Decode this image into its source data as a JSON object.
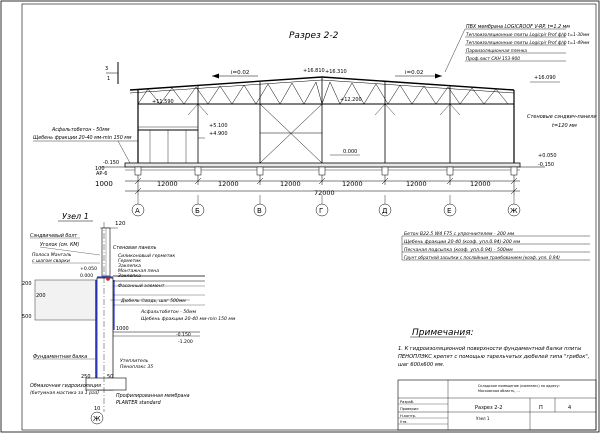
{
  "section": {
    "title": "Разрез 2-2",
    "slope_left": "i=0.02",
    "slope_right": "i=0.02",
    "elev_ridge_a": "+16.810",
    "elev_ridge_b": "+16.310",
    "elev_eave_right": "+16.090",
    "elev_truss_left": "+11.590",
    "elev_truss_mid": "+12.200",
    "elev_mezz_top": "+5.100",
    "elev_mezz_bot": "+4.900",
    "elev_floor": "0.000",
    "elev_right_plus": "+0.050",
    "elev_right_minus": "-0.150",
    "elev_left_minus": "-0.150",
    "left_note_1": "Асфальтобетон - 50мм",
    "left_note_2": "Щебень фракции 20-40 мм-min 150 мм",
    "left_marker_top": "3",
    "left_marker_bot": "1",
    "left_marker_code": "АР-6",
    "left_dim_1": "100",
    "left_dim_2": "1000",
    "right_wall_1": "Стеновые сэндвич-панели",
    "right_wall_2": "t=120 мм",
    "spans": [
      "12000",
      "12000",
      "12000",
      "12000",
      "12000",
      "12000"
    ],
    "total_span": "72000",
    "axes": [
      "А",
      "Б",
      "В",
      "Г",
      "Д",
      "Е",
      "Ж"
    ],
    "roof_layers": [
      "ПВХ мембрана LOGICROOF V-RP, t=1.2 мм",
      "Теплоизоляционные плиты Logicpir Prof ф/ф t=1-30мм",
      "Теплоизоляционные плиты Logicpir Prof ф/ф t=1-49мм",
      "Пароизоляционная пленка",
      "Проф.лист СКН 153-900"
    ],
    "floor_layers": [
      "Бетон В22.5 W4 F75 с упрочнителем - 200 мм",
      "Щебень фракции 20-40 (коэф. упл.0.94)-200 мм",
      "Песчаная подсыпка (коэф. упл.0.94) - 500мм",
      "Грунт обратной засыпки с послойным трамбованием (коэф. упл. 0.94)"
    ]
  },
  "node": {
    "title": "Узел 1",
    "d120": "120",
    "labels_left": [
      "Сэндвичевый болт",
      "Уголок (см. КМ)",
      "Полоса Мангаль",
      "с шагом сварки"
    ],
    "labels_right": [
      "Стеновая панель",
      "Силиконовый герметик",
      "Герметик",
      "Заклепка",
      "Монтажная пена",
      "Заклепка",
      "Фасонный элемент"
    ],
    "elev_plus": "+0.050",
    "elev_zero": "0.000",
    "bolt": "Дюбель ∅вздь, шаг 500мм",
    "dim_200a": "200",
    "dim_200b": "200",
    "dim_500": "500",
    "dim_1000": "1000",
    "asphalt_1": "Асфальтобетон - 50мм",
    "asphalt_2": "Щебень фракции 20-40 мм-min 150 мм",
    "elev_minus150": "-0.150",
    "elev_minus1200": "-1.200",
    "foundation": "Фундаментная балка",
    "insulation_1": "Утеплитель",
    "insulation_2": "Пеноплэкс 35",
    "waterproof_1": "Обмазочная гидроизоляция",
    "waterproof_2": "(битумная мастика за 1 раз)",
    "membrane_1": "Профилированная мембрана",
    "membrane_2": "PLANTER standard",
    "d250": "250",
    "d50": "50",
    "d10": "10",
    "axis": "Ж"
  },
  "notes": {
    "heading": "Примечания:",
    "text_1": "1. К гидроизоляционной поверхности фундаментной балки плиты",
    "text_2": "ПЕНОПЛЭКС крепят с помощью тарельчатых дюбелей типа \"грибок\",",
    "text_3": "шаг 600х600 мм."
  },
  "stamp": {
    "project_1": "Складское помещение (комплекс) по адресу:",
    "project_2": "Московская область, ...",
    "sheet_title": "Разрез 2-2",
    "stage": "П",
    "sheet_no": "4",
    "scale": "Узел 1",
    "row_labels": [
      "Разраб.",
      "Проверил",
      "Н.контр.",
      "Утв."
    ]
  }
}
